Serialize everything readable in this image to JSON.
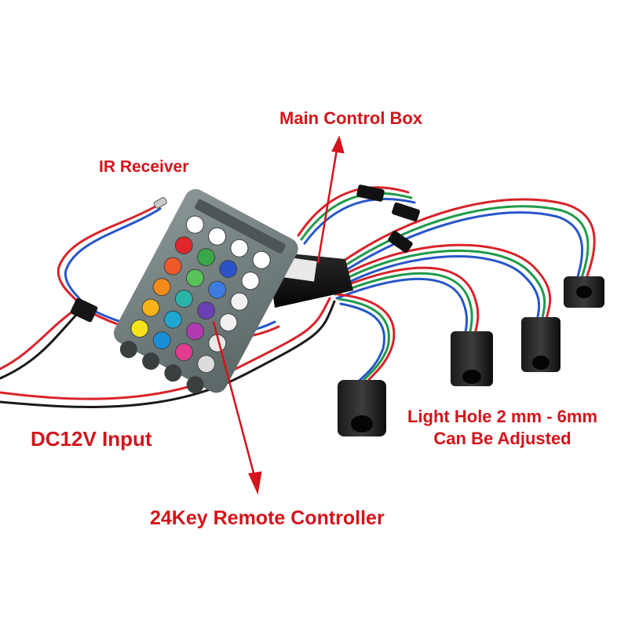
{
  "labels": {
    "main_control_box": "Main Control Box",
    "ir_receiver": "IR Receiver",
    "dc_input": "DC12V Input",
    "remote_controller": "24Key Remote Controller",
    "light_hole_line1": "Light Hole 2 mm - 6mm",
    "light_hole_line2": "Can Be Adjusted"
  },
  "colors": {
    "annotation": "#d3141a",
    "wire_red": "#d8232a",
    "wire_green": "#1f9a4a",
    "wire_blue": "#2756c9",
    "wire_black": "#1a1a1a",
    "remote_body": "#6f7b7b",
    "control_box": "#141414"
  },
  "remote_buttons": [
    "#ffffff",
    "#ffffff",
    "#ffffff",
    "#ffffff",
    "#e0252b",
    "#3aa848",
    "#2a54c6",
    "#ffffff",
    "#ef5a2a",
    "#59c25a",
    "#3d7be0",
    "#f2f2f2",
    "#f38a1a",
    "#2bb3a9",
    "#6a3fb3",
    "#f0f0f0",
    "#f7b21c",
    "#1fa7cf",
    "#b23ab0",
    "#e8e8e8",
    "#f6e31a",
    "#188fd6",
    "#e23c91",
    "#dcdcdc"
  ],
  "remote_button_icons": [
    "up-arrow",
    "down-arrow",
    "off",
    "on"
  ]
}
